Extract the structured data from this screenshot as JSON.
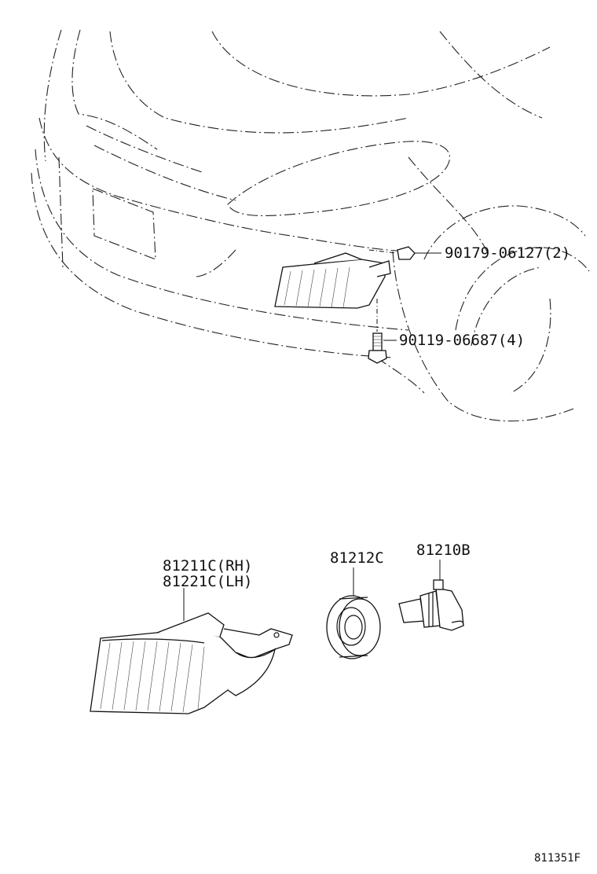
{
  "callouts": {
    "clip": "90179-06127(2)",
    "bolt": "90119-06687(4)",
    "lamp_rh": "81211C(RH)",
    "lamp_lh": "81221C(LH)",
    "socket": "81212C",
    "bulb": "81210B"
  },
  "illustration_code": "811351F"
}
